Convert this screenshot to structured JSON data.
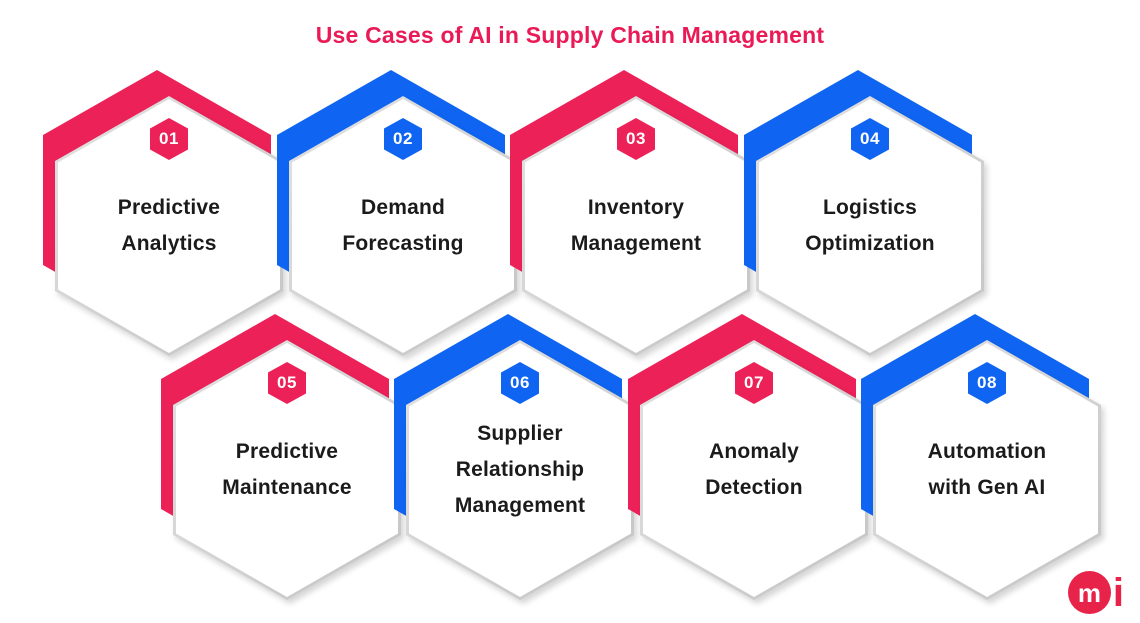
{
  "page": {
    "title": "Use Cases of AI in Supply Chain Management"
  },
  "colors": {
    "pink": "#EC2158",
    "blue": "#0F65F2",
    "title": "#EA1A56",
    "label": "#1B1B1B",
    "badge_text": "#FFFFFF",
    "hex_border": "#D2D2D2",
    "logo": "#E82349"
  },
  "cards": [
    {
      "number": "01",
      "accent": "pink",
      "label": "Predictive Analytics",
      "lines": [
        "Predictive",
        "Analytics"
      ]
    },
    {
      "number": "02",
      "accent": "blue",
      "label": "Demand Forecasting",
      "lines": [
        "Demand",
        "Forecasting"
      ]
    },
    {
      "number": "03",
      "accent": "pink",
      "label": "Inventory Management",
      "lines": [
        "Inventory",
        "Management"
      ]
    },
    {
      "number": "04",
      "accent": "blue",
      "label": "Logistics Optimization",
      "lines": [
        "Logistics",
        "Optimization"
      ]
    },
    {
      "number": "05",
      "accent": "pink",
      "label": "Predictive Maintenance",
      "lines": [
        "Predictive",
        "Maintenance"
      ]
    },
    {
      "number": "06",
      "accent": "blue",
      "label": "Supplier Relationship Management",
      "lines": [
        "Supplier",
        "Relationship",
        "Management"
      ]
    },
    {
      "number": "07",
      "accent": "pink",
      "label": "Anomaly Detection",
      "lines": [
        "Anomaly",
        "Detection"
      ]
    },
    {
      "number": "08",
      "accent": "blue",
      "label": "Automation with Gen AI",
      "lines": [
        "Automation",
        "with Gen AI"
      ]
    }
  ],
  "logo": {
    "mark": "m",
    "text": "i"
  }
}
